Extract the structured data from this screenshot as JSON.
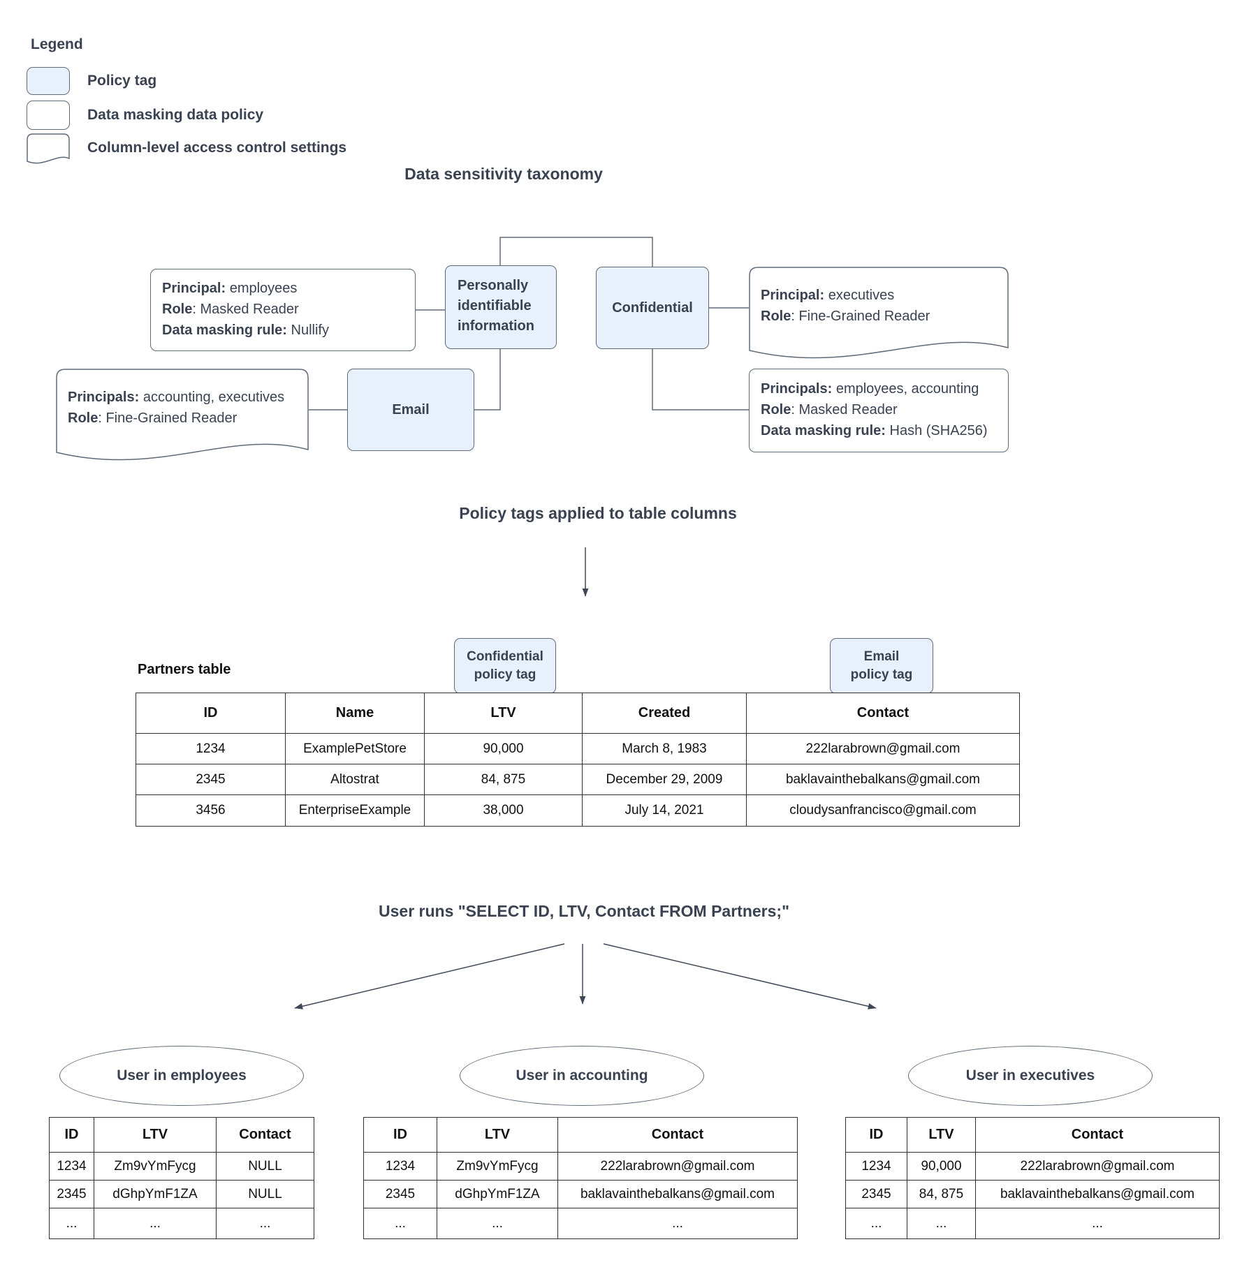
{
  "legend": {
    "title": "Legend",
    "items": [
      {
        "label": "Policy tag"
      },
      {
        "label": "Data masking data policy"
      },
      {
        "label": "Column-level access control settings"
      }
    ]
  },
  "taxonomy": {
    "title": "Data sensitivity taxonomy",
    "tags": {
      "pii": "Personally identifiable information",
      "confidential": "Confidential",
      "email": "Email"
    },
    "policies": {
      "nullify": {
        "lines": [
          {
            "bold": "Principal:",
            "rest": " employees"
          },
          {
            "bold": "Role",
            "rest": ": Masked Reader"
          },
          {
            "bold": "Data masking rule:",
            "rest": " Nullify"
          }
        ]
      },
      "executives_acl": {
        "lines": [
          {
            "bold": "Principal:",
            "rest": " executives"
          },
          {
            "bold": "Role",
            "rest": ": Fine-Grained Reader"
          }
        ]
      },
      "accounting_executives_acl": {
        "lines": [
          {
            "bold": "Principals:",
            "rest": " accounting, executives"
          },
          {
            "bold": "Role",
            "rest": ": Fine-Grained Reader"
          }
        ]
      },
      "hash": {
        "lines": [
          {
            "bold": "Principals:",
            "rest": " employees, accounting"
          },
          {
            "bold": "Role",
            "rest": ": Masked Reader"
          },
          {
            "bold": "Data masking rule:",
            "rest": " Hash (SHA256)"
          }
        ]
      }
    }
  },
  "applied_section": {
    "title": "Policy tags applied to table columns",
    "confidential_tag": {
      "line1": "Confidential",
      "line2": "policy tag"
    },
    "email_tag": {
      "line1": "Email",
      "line2": "policy tag"
    },
    "table_label": "Partners table"
  },
  "partners_table": {
    "headers": [
      "ID",
      "Name",
      "LTV",
      "Created",
      "Contact"
    ],
    "rows": [
      [
        "1234",
        "ExamplePetStore",
        "90,000",
        "March 8, 1983",
        "222larabrown@gmail.com"
      ],
      [
        "2345",
        "Altostrat",
        "84, 875",
        "December 29, 2009",
        "baklavainthebalkans@gmail.com"
      ],
      [
        "3456",
        "EnterpriseExample",
        "38,000",
        "July 14, 2021",
        "cloudysanfrancisco@gmail.com"
      ]
    ]
  },
  "query_section": {
    "title": "User runs \"SELECT ID, LTV, Contact FROM Partners;\""
  },
  "results": [
    {
      "user": "User in employees",
      "headers": [
        "ID",
        "LTV",
        "Contact"
      ],
      "rows": [
        [
          "1234",
          "Zm9vYmFycg",
          "NULL"
        ],
        [
          "2345",
          "dGhpYmF1ZA",
          "NULL"
        ],
        [
          "...",
          "...",
          "..."
        ]
      ]
    },
    {
      "user": "User in accounting",
      "headers": [
        "ID",
        "LTV",
        "Contact"
      ],
      "rows": [
        [
          "1234",
          "Zm9vYmFycg",
          "222larabrown@gmail.com"
        ],
        [
          "2345",
          "dGhpYmF1ZA",
          "baklavainthebalkans@gmail.com"
        ],
        [
          "...",
          "...",
          "..."
        ]
      ]
    },
    {
      "user": "User in executives",
      "headers": [
        "ID",
        "LTV",
        "Contact"
      ],
      "rows": [
        [
          "1234",
          "90,000",
          "222larabrown@gmail.com"
        ],
        [
          "2345",
          "84, 875",
          "baklavainthebalkans@gmail.com"
        ],
        [
          "...",
          "...",
          "..."
        ]
      ]
    }
  ],
  "colors": {
    "policy_tag_fill": "#e8f0fb",
    "box_border": "#5f6a78",
    "diagram_text": "#3a4252",
    "table_border": "#2f2f2f",
    "arrow": "#3e4756"
  }
}
